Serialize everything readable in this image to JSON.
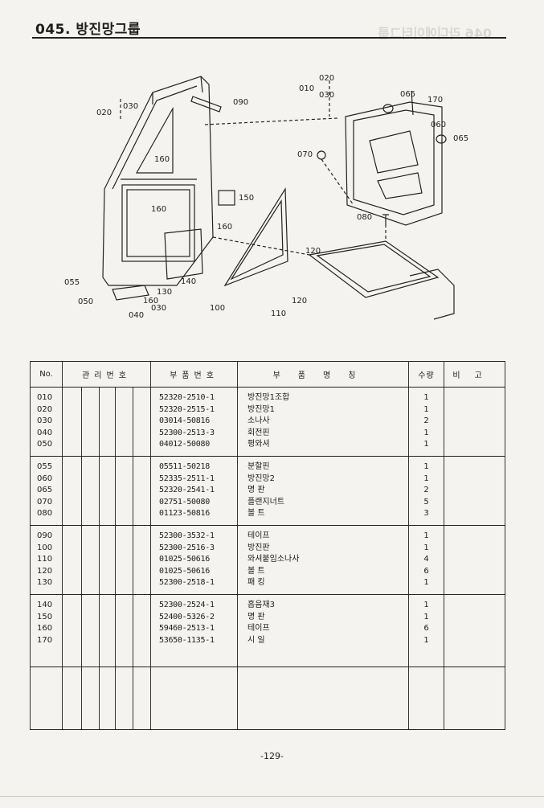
{
  "page": {
    "title": "045. 방진망그룹",
    "ghost_title": "046 라디에이터그룹",
    "page_number": "-129-"
  },
  "diagram": {
    "callouts": [
      "010",
      "020",
      "030",
      "020",
      "030",
      "040",
      "050",
      "055",
      "060",
      "065",
      "065",
      "070",
      "080",
      "090",
      "100",
      "110",
      "120",
      "120",
      "130",
      "140",
      "150",
      "160",
      "160",
      "160",
      "160",
      "170"
    ]
  },
  "table": {
    "headers": {
      "no": "No.",
      "mgmt": "관리번호",
      "code": "부품번호",
      "name": "부품명칭",
      "qty": "수량",
      "note": "비고"
    },
    "groups": [
      [
        {
          "no": "010",
          "code": "52320-2510-1",
          "name": "방진망1조합",
          "qty": "1"
        },
        {
          "no": "020",
          "code": "52320-2515-1",
          "name": "방진망1",
          "qty": "1"
        },
        {
          "no": "030",
          "code": "03014-50816",
          "name": "소나사",
          "qty": "2"
        },
        {
          "no": "040",
          "code": "52300-2513-3",
          "name": "회전핀",
          "qty": "1"
        },
        {
          "no": "050",
          "code": "04012-50080",
          "name": "평와셔",
          "qty": "1"
        }
      ],
      [
        {
          "no": "055",
          "code": "05511-50218",
          "name": "분할핀",
          "qty": "1"
        },
        {
          "no": "060",
          "code": "52335-2511-1",
          "name": "방진망2",
          "qty": "1"
        },
        {
          "no": "065",
          "code": "52320-2541-1",
          "name": "명 판",
          "qty": "2"
        },
        {
          "no": "070",
          "code": "02751-50080",
          "name": "플랜지너트",
          "qty": "5"
        },
        {
          "no": "080",
          "code": "01123-50816",
          "name": "볼 트",
          "qty": "3"
        }
      ],
      [
        {
          "no": "090",
          "code": "52300-3532-1",
          "name": "테이프",
          "qty": "1"
        },
        {
          "no": "100",
          "code": "52300-2516-3",
          "name": "방진판",
          "qty": "1"
        },
        {
          "no": "110",
          "code": "01025-50616",
          "name": "와셔붙임소나사",
          "qty": "4"
        },
        {
          "no": "120",
          "code": "01025-50616",
          "name": "볼 트",
          "qty": "6"
        },
        {
          "no": "130",
          "code": "52300-2518-1",
          "name": "패 킹",
          "qty": "1"
        }
      ],
      [
        {
          "no": "140",
          "code": "52300-2524-1",
          "name": "흡음재3",
          "qty": "1"
        },
        {
          "no": "150",
          "code": "52400-5326-2",
          "name": "명 판",
          "qty": "1"
        },
        {
          "no": "160",
          "code": "59460-2513-1",
          "name": "테이프",
          "qty": "6"
        },
        {
          "no": "170",
          "code": "53650-1135-1",
          "name": "시 일",
          "qty": "1"
        }
      ]
    ]
  },
  "colors": {
    "ink": "#1d1d1d",
    "paper": "#f4f3ef",
    "ghost": "#d8d6cf"
  }
}
